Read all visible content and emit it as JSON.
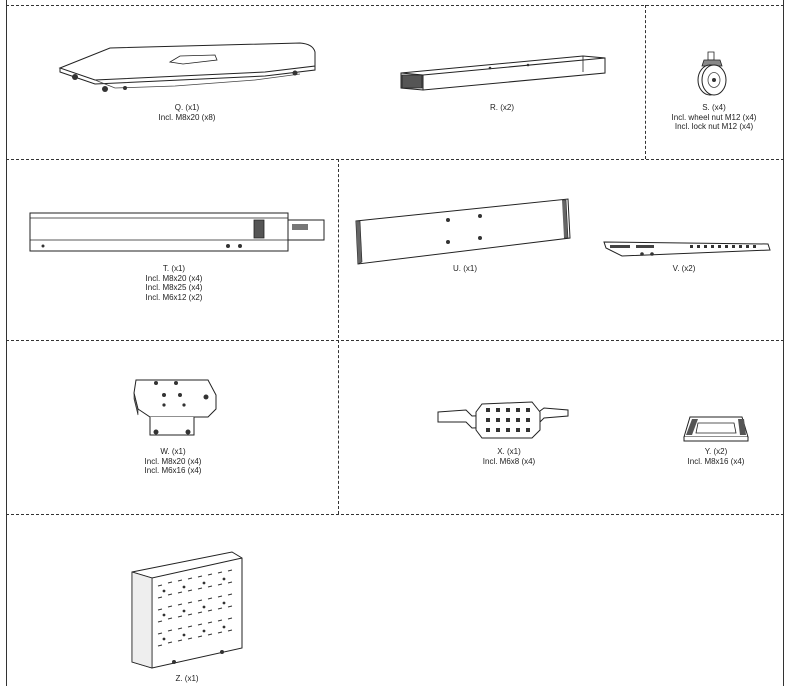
{
  "parts": {
    "Q": {
      "label": "Q. (x1)",
      "details": [
        "Incl. M8x20 (x8)"
      ]
    },
    "R": {
      "label": "R. (x2)",
      "details": []
    },
    "S": {
      "label": "S. (x4)",
      "details": [
        "Incl. wheel nut M12 (x4)",
        "Incl. lock nut M12 (x4)"
      ]
    },
    "T": {
      "label": "T. (x1)",
      "details": [
        "Incl. M8x20 (x4)",
        "Incl. M8x25 (x4)",
        "Incl. M6x12 (x2)"
      ]
    },
    "U": {
      "label": "U. (x1)",
      "details": []
    },
    "V": {
      "label": "V. (x2)",
      "details": []
    },
    "W": {
      "label": "W. (x1)",
      "details": [
        "Incl. M8x20 (x4)",
        "Incl. M6x16 (x4)"
      ]
    },
    "X": {
      "label": "X. (x1)",
      "details": [
        "Incl. M6x8 (x4)"
      ]
    },
    "Y": {
      "label": "Y. (x2)",
      "details": [
        "Incl. M8x16 (x4)"
      ]
    },
    "Z": {
      "label": "Z. (x1)",
      "details": []
    }
  }
}
